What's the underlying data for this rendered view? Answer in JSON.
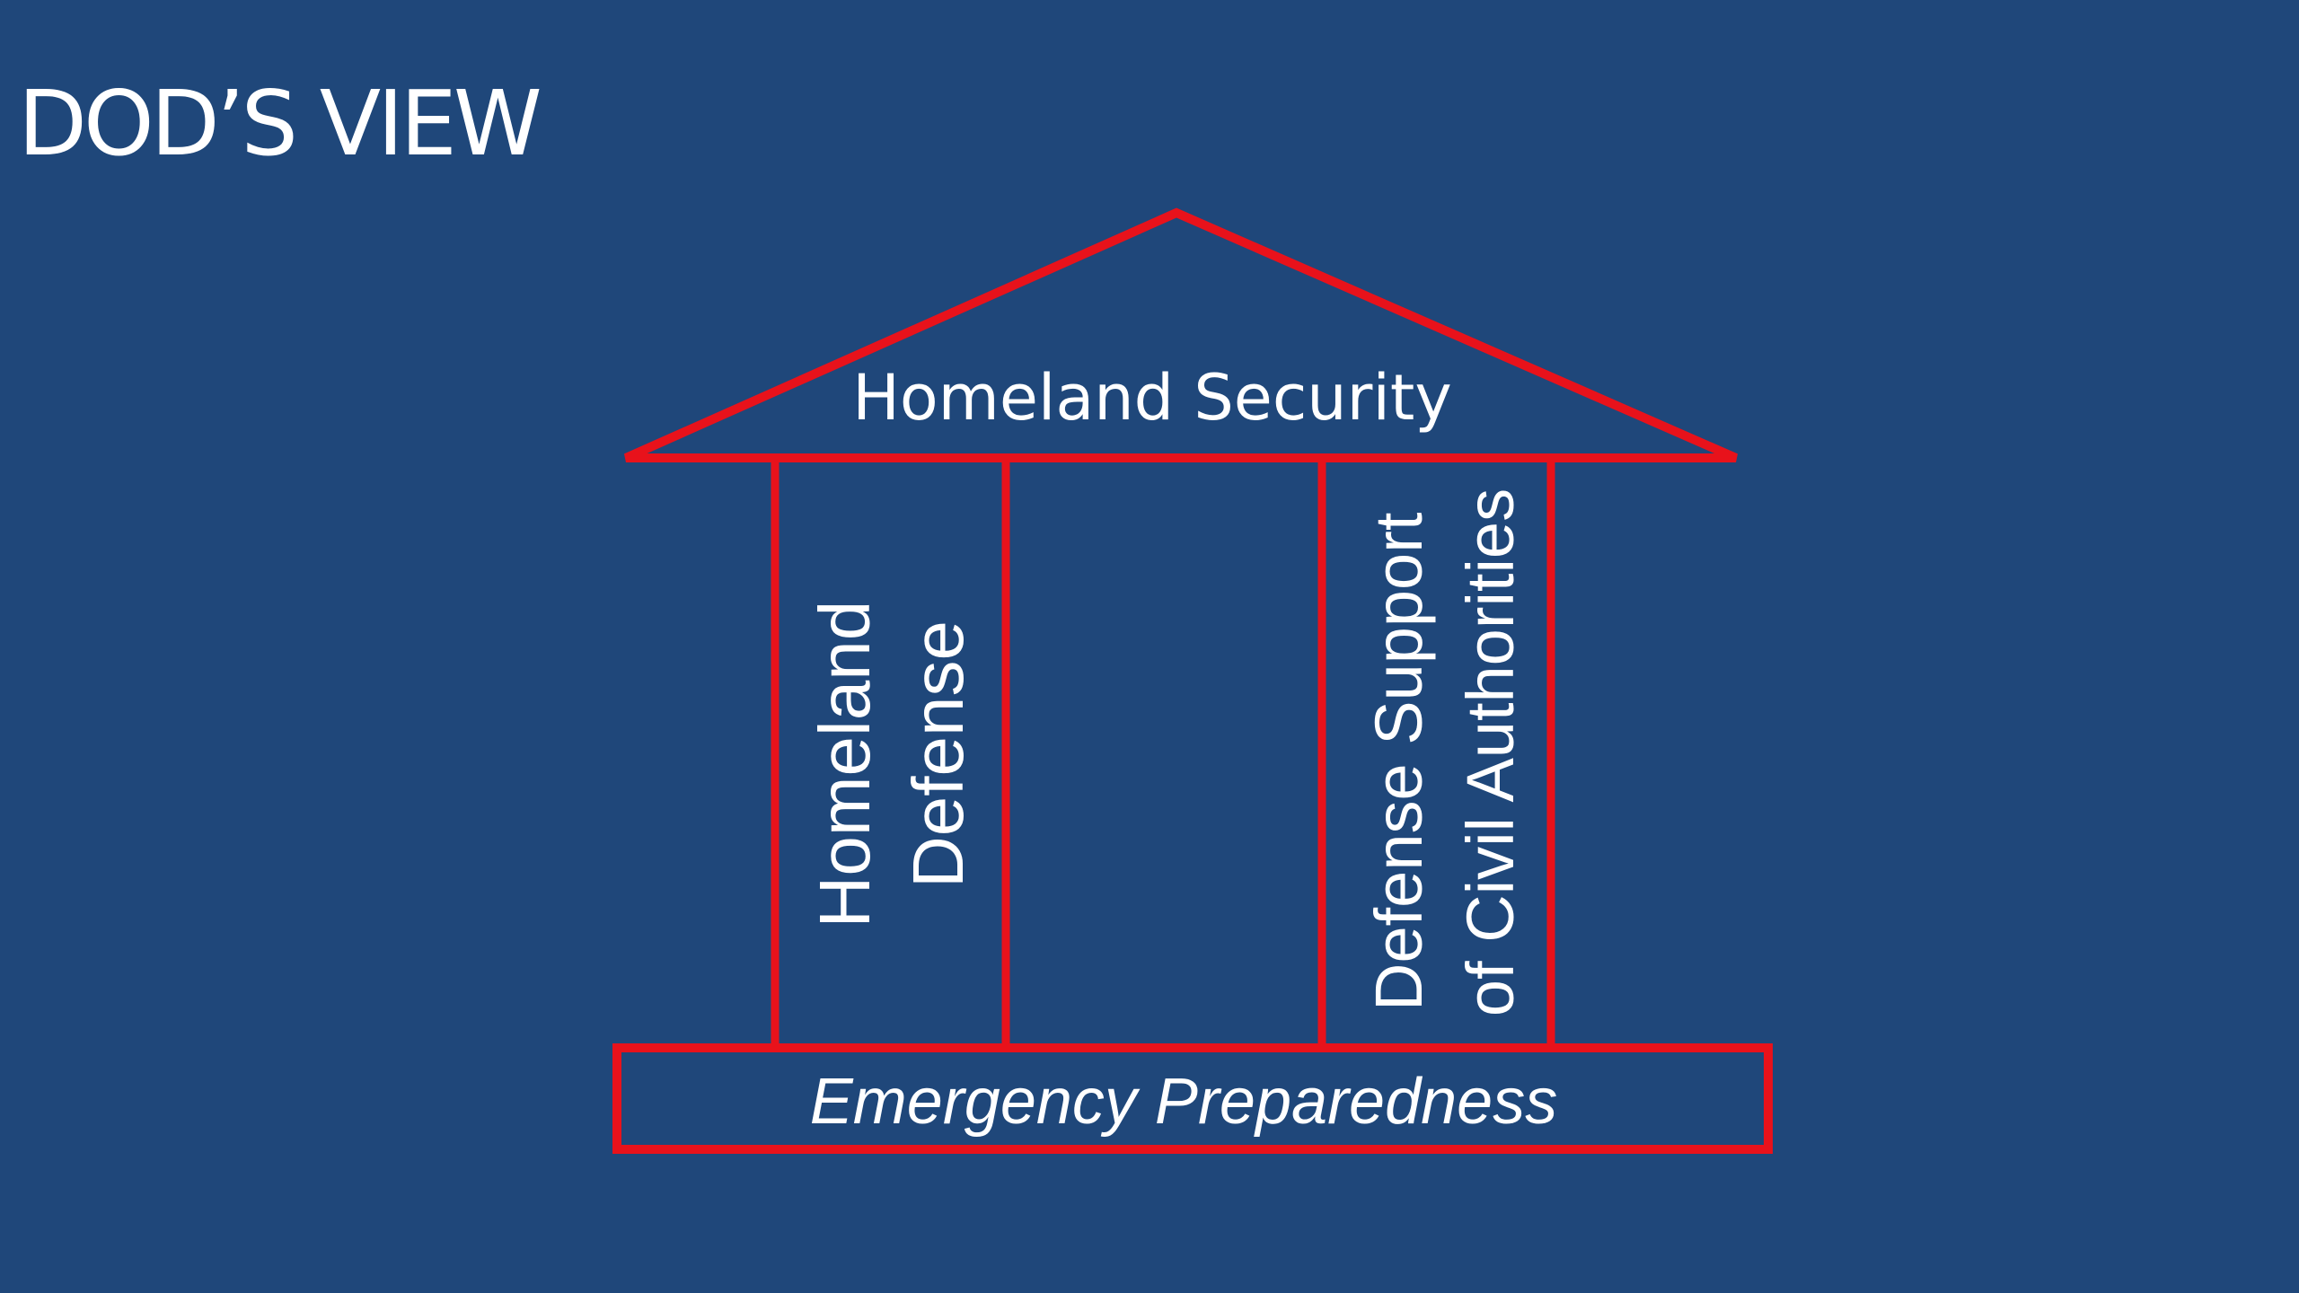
{
  "slide": {
    "title": "DOD’S VIEW"
  },
  "diagram": {
    "roof_label": "Homeland Security",
    "pillar_left_lines": [
      "Homeland",
      "Defense"
    ],
    "pillar_right_lines": [
      "Defense Support",
      "of Civil Authorities"
    ],
    "base_label": "Emergency Preparedness",
    "outline_color": "#e8121b",
    "text_color": "#ffffff",
    "background_color": "#1f477a"
  }
}
